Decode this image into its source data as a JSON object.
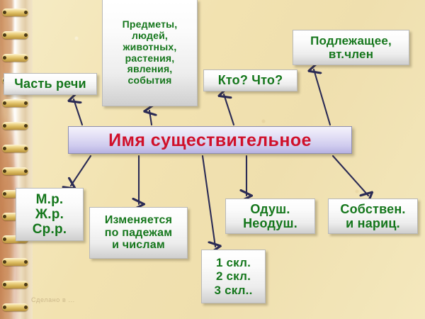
{
  "slide": {
    "title": "Имя существительное",
    "background_color": "#f2e2b0",
    "accent_color": "#14761b",
    "center_text_color": "#d0102a",
    "arrow_color": "#2b2b55",
    "watermark": "Сделано в ..."
  },
  "binding": {
    "name": "spiral-notebook-binding",
    "ring_count": 14,
    "ring_color": "#e2c271"
  },
  "center": {
    "label": "Имя существительное"
  },
  "nodes": [
    {
      "id": "chast-rechi",
      "label": "Часть речи"
    },
    {
      "id": "predmety",
      "label": "Предметы,\nлюдей,\nживотных,\nрастения,\nявления,\nсобытия"
    },
    {
      "id": "kto-chto",
      "label": "Кто? Что?"
    },
    {
      "id": "podlezhashchee",
      "label": "Подлежащее,\nвт.член"
    },
    {
      "id": "rod",
      "label": "М.р.\nЖ.р.\nСр.р."
    },
    {
      "id": "izmenyaetsya",
      "label": "Изменяется\nпо падежам\nи числам"
    },
    {
      "id": "sklonenie",
      "label": "1 скл.\n2 скл.\n3 скл.."
    },
    {
      "id": "odush",
      "label": "Одуш.\nНеодуш."
    },
    {
      "id": "sobstven",
      "label": "Собствен.\nи нариц."
    }
  ]
}
